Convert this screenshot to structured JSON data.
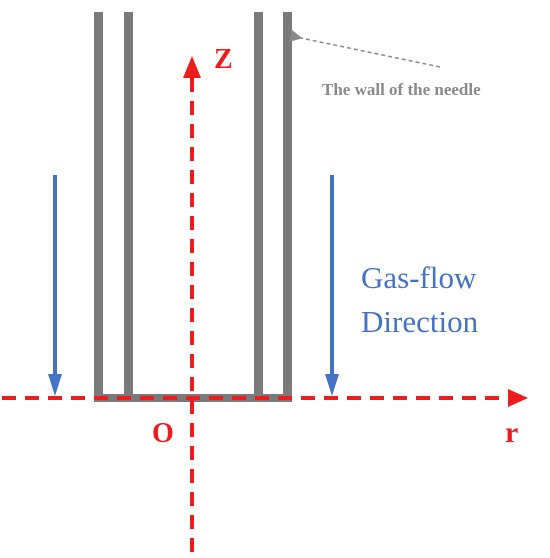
{
  "labels": {
    "z_axis": "Z",
    "r_axis": "r",
    "origin": "O",
    "needle_wall": "The wall of the needle",
    "gas_flow_line1": "Gas-flow",
    "gas_flow_line2": "Direction"
  },
  "colors": {
    "axis": "#ee1c1c",
    "wall": "#7a7a7a",
    "arrow": "#4472c4",
    "annotation_text": "#8a8a8a",
    "background": "#ffffff"
  }
}
